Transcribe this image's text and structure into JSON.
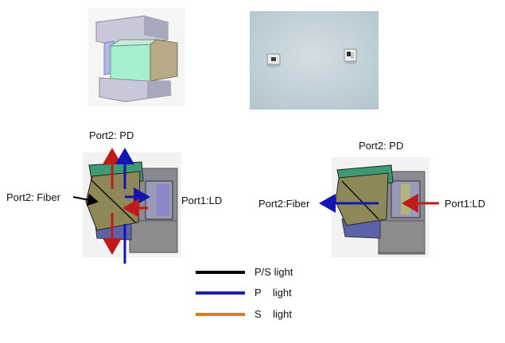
{
  "left_diagram": {
    "port_top": "Port2: PD",
    "port_left": "Port2: Fiber",
    "port_right": "Port1:LD"
  },
  "right_diagram": {
    "port_top": "Port2: PD",
    "port_left": "Port2:Fiber",
    "port_right": "Port1:LD"
  },
  "legend": [
    {
      "label": "P/S light",
      "color": "#000000"
    },
    {
      "label": "P    light",
      "color": "#1f1fa8"
    },
    {
      "label": "S    light",
      "color": "#e07a1f"
    }
  ],
  "colors": {
    "red_arrow": "#c01a1a",
    "blue_arrow": "#1414b4",
    "prism_face": "#8e8858",
    "green_plate": "#3d9a72",
    "housing": "#7a7a84"
  }
}
